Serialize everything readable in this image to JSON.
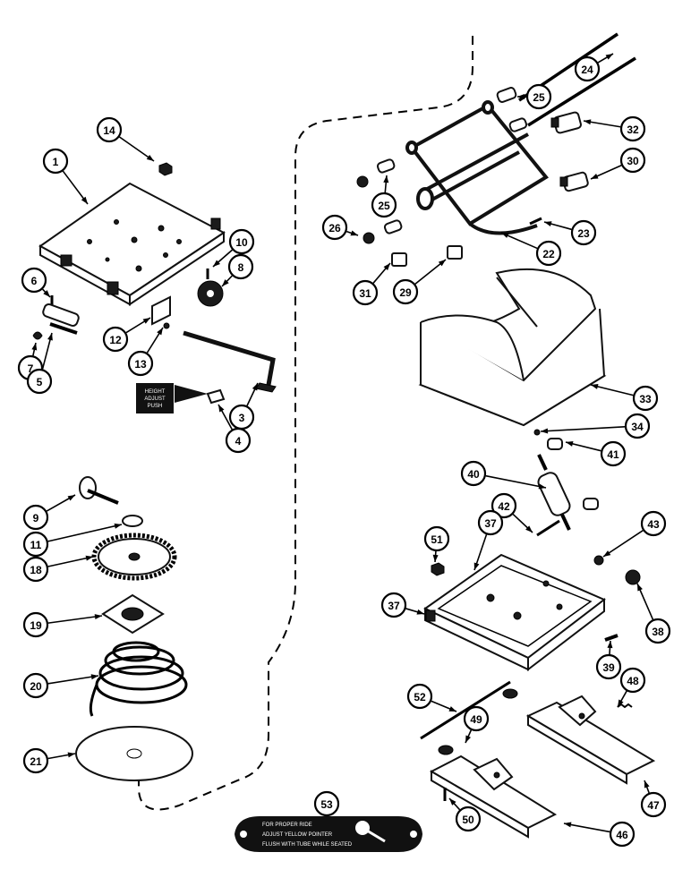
{
  "callouts": [
    {
      "label": "1"
    },
    {
      "label": "14"
    },
    {
      "label": "10"
    },
    {
      "label": "8"
    },
    {
      "label": "6"
    },
    {
      "label": "12"
    },
    {
      "label": "13"
    },
    {
      "label": "7"
    },
    {
      "label": "5"
    },
    {
      "label": "3"
    },
    {
      "label": "4"
    },
    {
      "label": "9"
    },
    {
      "label": "11"
    },
    {
      "label": "18"
    },
    {
      "label": "19"
    },
    {
      "label": "20"
    },
    {
      "label": "21"
    },
    {
      "label": "24"
    },
    {
      "label": "25"
    },
    {
      "label": "32"
    },
    {
      "label": "25"
    },
    {
      "label": "30"
    },
    {
      "label": "26"
    },
    {
      "label": "23"
    },
    {
      "label": "22"
    },
    {
      "label": "31"
    },
    {
      "label": "29"
    },
    {
      "label": "33"
    },
    {
      "label": "34"
    },
    {
      "label": "41"
    },
    {
      "label": "40"
    },
    {
      "label": "42"
    },
    {
      "label": "43"
    },
    {
      "label": "51"
    },
    {
      "label": "37"
    },
    {
      "label": "38"
    },
    {
      "label": "37"
    },
    {
      "label": "39"
    },
    {
      "label": "48"
    },
    {
      "label": "52"
    },
    {
      "label": "49"
    },
    {
      "label": "47"
    },
    {
      "label": "50"
    },
    {
      "label": "46"
    },
    {
      "label": "53"
    }
  ],
  "decal": {
    "lines": [
      "HEIGHT",
      "ADJUST",
      "PUSH"
    ]
  },
  "label_plate": {
    "lines": [
      "FOR PROPER RIDE",
      "ADJUST YELLOW POINTER",
      "FLUSH WITH TUBE WHILE SEATED"
    ]
  },
  "colors": {
    "ink": "#000000",
    "paper": "#ffffff"
  }
}
